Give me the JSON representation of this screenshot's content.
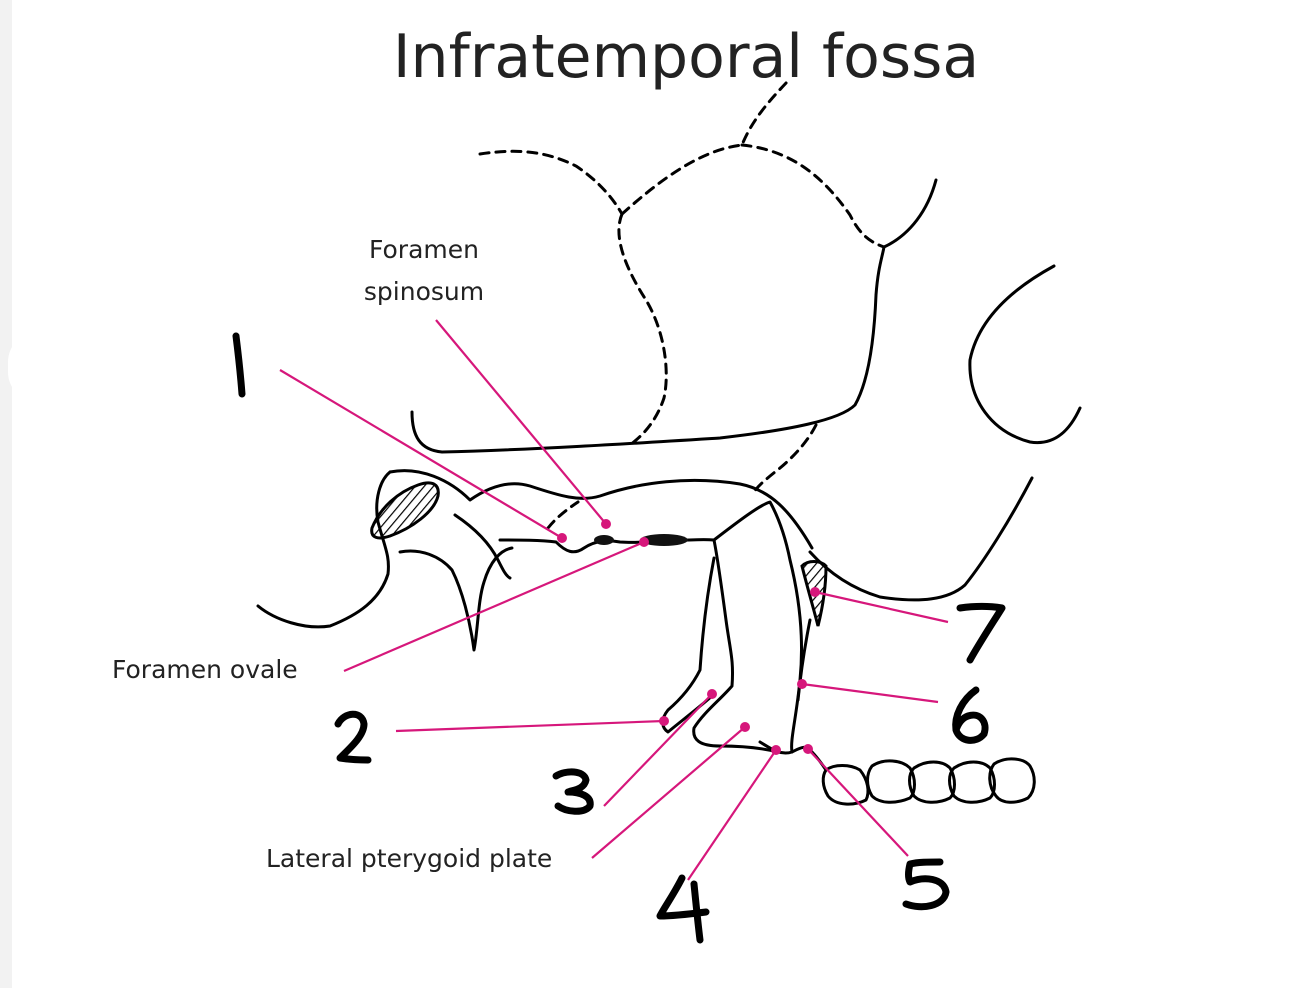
{
  "title": "Infratemporal fossa",
  "labels": {
    "foramen_spinosum_line1": "Foramen",
    "foramen_spinosum_line2": "spinosum",
    "foramen_ovale": "Foramen ovale",
    "lateral_pterygoid_plate": "Lateral pterygoid plate"
  },
  "markers": [
    "1",
    "2",
    "3",
    "4",
    "5",
    "6",
    "7"
  ],
  "colors": {
    "leader": "#d6177b",
    "outline": "#000000",
    "text": "#222222"
  }
}
